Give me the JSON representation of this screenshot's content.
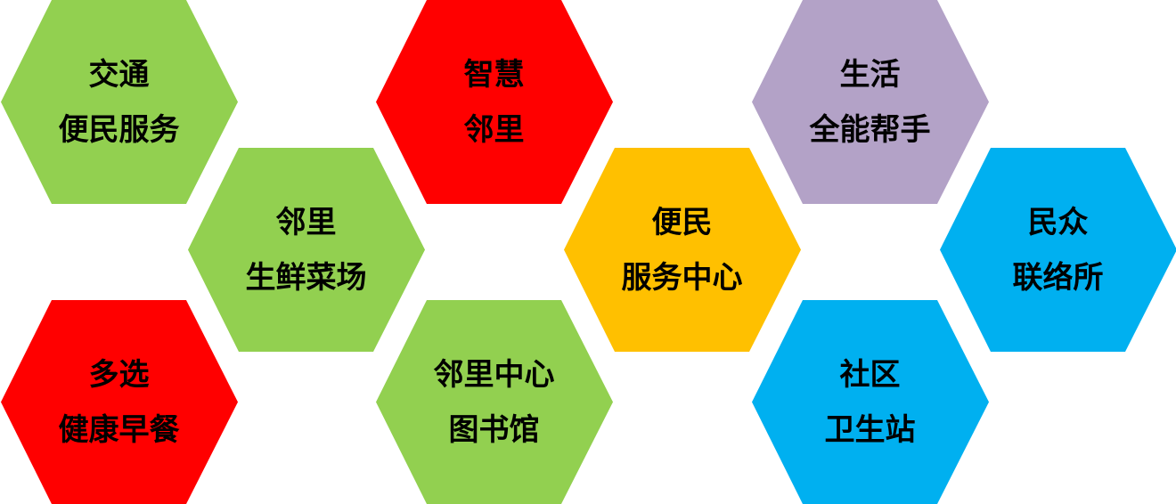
{
  "hexagons": [
    {
      "line1": "交通",
      "line2": "便民服务",
      "color": "#92D050"
    },
    {
      "line1": "多选",
      "line2": "健康早餐",
      "color": "#FF0000"
    },
    {
      "line1": "邻里",
      "line2": "生鲜菜场",
      "color": "#92D050"
    },
    {
      "line1": "智慧",
      "line2": "邻里",
      "color": "#FF0000"
    },
    {
      "line1": "邻里中心",
      "line2": "图书馆",
      "color": "#92D050"
    },
    {
      "line1": "便民",
      "line2": "服务中心",
      "color": "#FFC000"
    },
    {
      "line1": "生活",
      "line2": "全能帮手",
      "color": "#B3A2C7"
    },
    {
      "line1": "社区",
      "line2": "卫生站",
      "color": "#00B0F0"
    },
    {
      "line1": "民众",
      "line2": "联络所",
      "color": "#00B0F0"
    }
  ]
}
